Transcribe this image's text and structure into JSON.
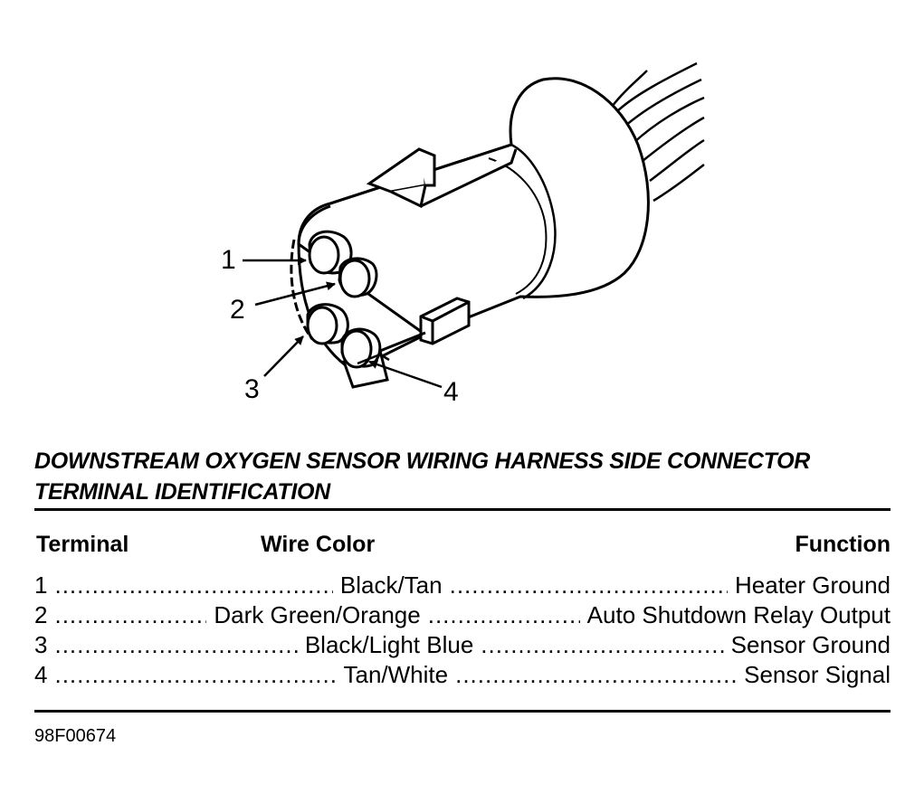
{
  "diagram": {
    "callouts": [
      "1",
      "2",
      "3",
      "4"
    ]
  },
  "title": {
    "line1": "DOWNSTREAM OXYGEN SENSOR WIRING HARNESS SIDE CONNECTOR",
    "line2": "TERMINAL IDENTIFICATION"
  },
  "table": {
    "headers": {
      "terminal": "Terminal",
      "wire_color": "Wire Color",
      "function": "Function"
    },
    "rows": [
      {
        "terminal": "1",
        "wire_color": "Black/Tan",
        "function": "Heater Ground"
      },
      {
        "terminal": "2",
        "wire_color": "Dark Green/Orange",
        "function": "Auto Shutdown Relay Output"
      },
      {
        "terminal": "3",
        "wire_color": "Black/Light Blue",
        "function": "Sensor Ground"
      },
      {
        "terminal": "4",
        "wire_color": "Tan/White",
        "function": "Sensor Signal"
      }
    ]
  },
  "figure_id": "98F00674",
  "colors": {
    "ink": "#000000",
    "paper": "#ffffff"
  }
}
